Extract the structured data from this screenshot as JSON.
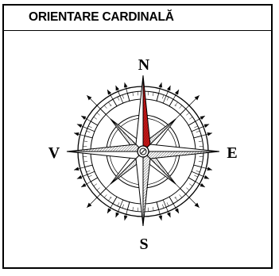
{
  "title": "ORIENTARE CARDINALĂ",
  "directions": {
    "north": "N",
    "east": "E",
    "south": "S",
    "west": "V"
  },
  "colors": {
    "north_needle": "#cc1111",
    "outline": "#000000",
    "hatch": "#666666",
    "background": "#ffffff"
  }
}
